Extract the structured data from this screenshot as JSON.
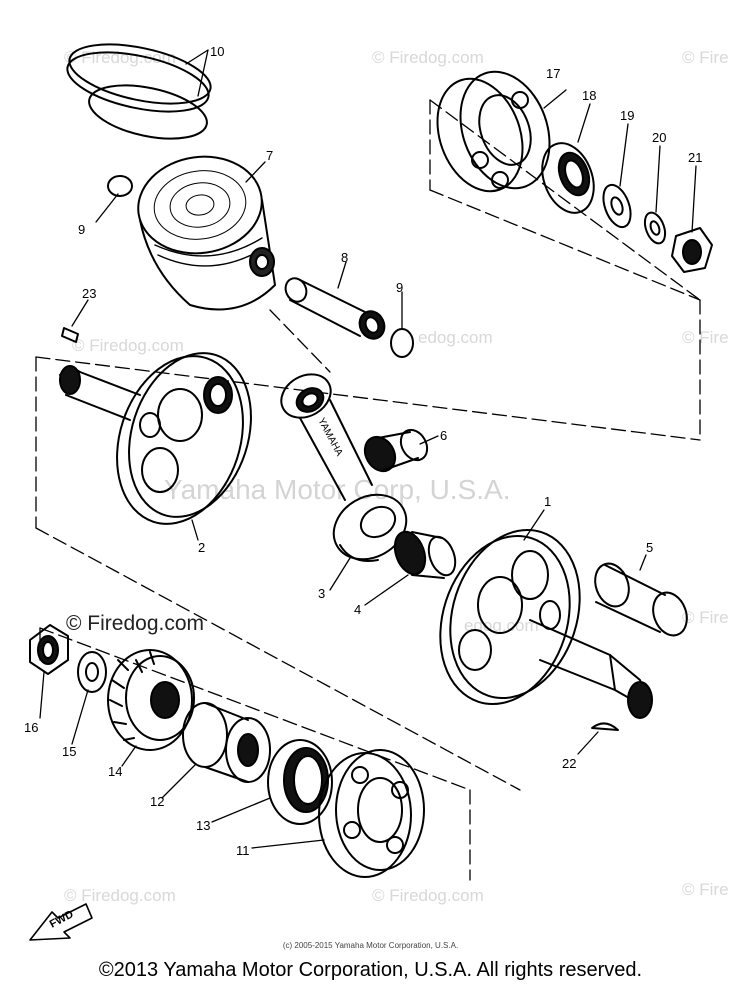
{
  "watermarks": {
    "firedog": "© Firedog.com",
    "firedog_partial": "© Fire",
    "firedog_short": "Firedog.com",
    "firedog_cut": "edog.com",
    "corp": "Yamaha Motor Corp, U.S.A."
  },
  "part_labels": [
    "1",
    "2",
    "3",
    "4",
    "5",
    "6",
    "7",
    "8",
    "9",
    "9",
    "10",
    "11",
    "12",
    "13",
    "14",
    "15",
    "16",
    "17",
    "18",
    "19",
    "20",
    "21",
    "22",
    "23"
  ],
  "rod_text": "YAMAHA",
  "forward_label": "FWD",
  "small_copyright": "(c) 2005-2015 Yamaha Motor Corporation, U.S.A.",
  "footer": "©2013 Yamaha Motor Corporation, U.S.A. All rights reserved."
}
